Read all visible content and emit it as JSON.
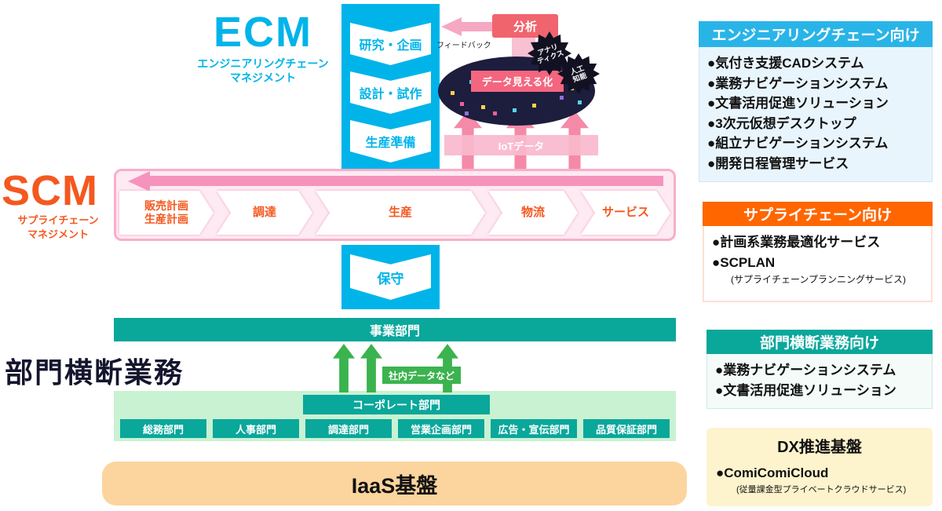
{
  "colors": {
    "cyan": "#00b4ea",
    "orange": "#f4581f",
    "panel_orange": "#ff6600",
    "pink_light": "#fdeaf2",
    "pink_border": "#f9aecb",
    "pink_arrow": "#f693bd",
    "coral": "#f0646e",
    "navy_ellipse": "#1d1d3d",
    "teal": "#0aa79b",
    "green": "#3bb34f",
    "green_light": "#c9f2d2",
    "yellow_light": "#fdf3cd",
    "iaas_orange": "#fcd49e"
  },
  "ecm": {
    "title": "ECM",
    "subtitle": "エンジニアリングチェーン\nマネジメント",
    "steps": [
      "研究・企画",
      "設計・試作",
      "生産準備"
    ],
    "maintenance": "保守"
  },
  "analytics": {
    "analysis": "分析",
    "feedback": "フィードバック",
    "visualization": "データ見える化",
    "badge_analytics": "アナリ\nティクス",
    "badge_ai": "人工\n知能",
    "iot": "IoTデータ"
  },
  "scm": {
    "title": "SCM",
    "subtitle": "サプライチェーン\nマネジメント",
    "steps": [
      "販売計画\n生産計画",
      "調達",
      "生産",
      "物流",
      "サービス"
    ]
  },
  "cross": {
    "title": "部門横断業務",
    "business_division": "事業部門",
    "internal_data": "社内データなど",
    "corporate_division": "コーポレート部門",
    "departments": [
      "総務部門",
      "人事部門",
      "調達部門",
      "営業企画部門",
      "広告・宣伝部門",
      "品質保証部門"
    ]
  },
  "iaas": {
    "label": "IaaS基盤"
  },
  "panels": [
    {
      "header": "エンジニアリングチェーン向け",
      "items": [
        "●気付き支援CADシステム",
        "●業務ナビゲーションシステム",
        "●文書活用促進ソリューション",
        "●3次元仮想デスクトップ",
        "●組立ナビゲーションシステム",
        "●開発日程管理サービス"
      ]
    },
    {
      "header": "サプライチェーン向け",
      "items": [
        "●計画系業務最適化サービス",
        "●SCPLAN"
      ],
      "note": "(サプライチェーンプランニングサービス)"
    },
    {
      "header": "部門横断業務向け",
      "items": [
        "●業務ナビゲーションシステム",
        "●文書活用促進ソリューション"
      ]
    },
    {
      "header": "DX推進基盤",
      "items": [
        "●ComiComiCloud"
      ],
      "note": "(従量課金型プライベートクラウドサービス)"
    }
  ]
}
